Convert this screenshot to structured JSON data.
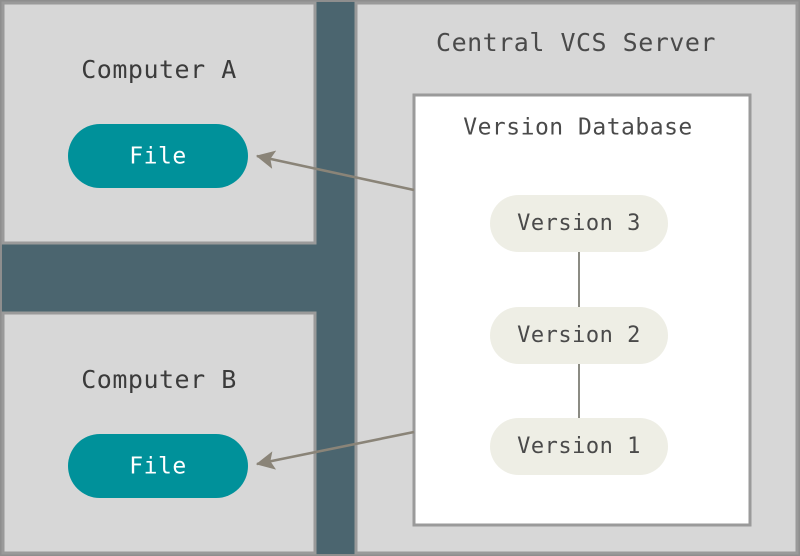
{
  "diagram": {
    "type": "centralized-version-control",
    "colors": {
      "background_slate": "#4b656f",
      "panel_grey": "#d7d7d7",
      "panel_border": "#999999",
      "file_pill_teal": "#00919a",
      "version_pill_cream": "#eeeee5",
      "text_dark": "#3f3f3f",
      "arrow_grey": "#8a8478",
      "database_white": "#ffffff"
    },
    "clients": [
      {
        "id": "computer-a",
        "title": "Computer A",
        "file_label": "File"
      },
      {
        "id": "computer-b",
        "title": "Computer B",
        "file_label": "File"
      }
    ],
    "server": {
      "title": "Central VCS Server",
      "database": {
        "title": "Version Database",
        "versions": [
          {
            "id": "version-3",
            "label": "Version 3"
          },
          {
            "id": "version-2",
            "label": "Version 2"
          },
          {
            "id": "version-1",
            "label": "Version 1"
          }
        ]
      }
    },
    "connections": [
      {
        "id": "arrow-to-computer-a",
        "from": "version-database",
        "to": "computer-a-file"
      },
      {
        "id": "arrow-to-computer-b",
        "from": "version-database",
        "to": "computer-b-file"
      }
    ]
  }
}
